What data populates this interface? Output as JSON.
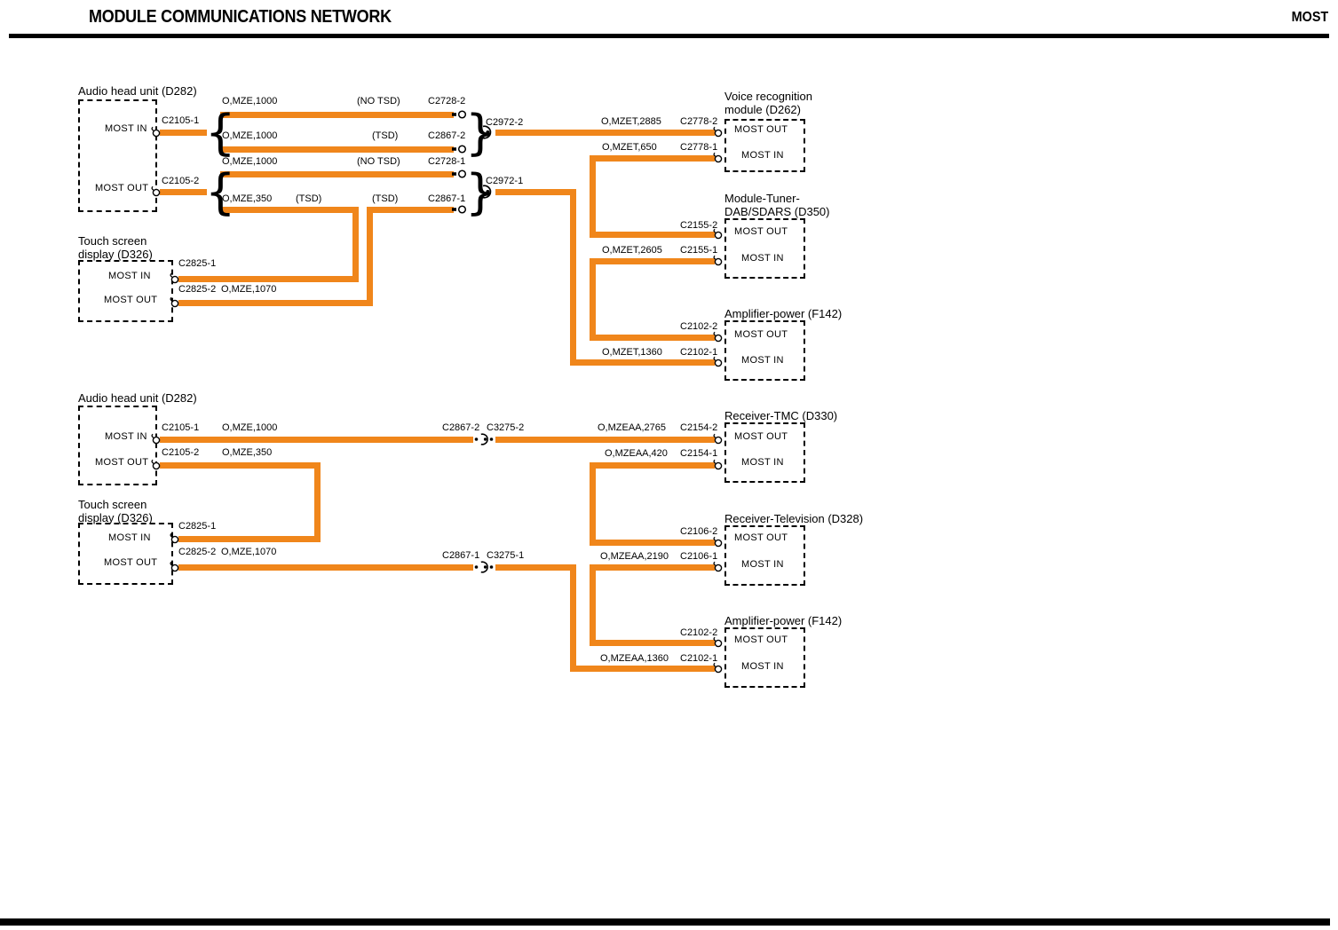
{
  "header": {
    "title": "MODULE COMMUNICATIONS NETWORK",
    "tag": "MOST"
  },
  "colors": {
    "wire_orange": "#F0861B",
    "text": "#000000"
  },
  "section1": {
    "audio": {
      "title": "Audio head unit (D282)",
      "in_port": "MOST IN",
      "out_port": "MOST OUT",
      "in_conn": "C2105-1",
      "out_conn": "C2105-2"
    },
    "b1": {
      "circuit": "O,MZE,1000",
      "tag": "(NO TSD)",
      "conn": "C2728-2"
    },
    "b2": {
      "circuit": "O,MZE,1000",
      "tag": "(TSD)",
      "conn": "C2867-2"
    },
    "b3": {
      "circuit": "O,MZE,1000",
      "tag": "(NO TSD)",
      "conn": "C2728-1"
    },
    "b4": {
      "circuit": "O,MZE,350",
      "tag1": "(TSD)",
      "tag2": "(TSD)",
      "conn": "C2867-1"
    },
    "junction_top": "C2972-2",
    "junction_bottom": "C2972-1",
    "touch": {
      "title1": "Touch screen",
      "title2": "display (D326)",
      "in_port": "MOST IN",
      "out_port": "MOST OUT",
      "in_conn": "C2825-1",
      "out_conn": "C2825-2",
      "out_circuit": "O,MZE,1070"
    },
    "voice": {
      "title1": "Voice recognition",
      "title2": "module (D262)",
      "out_port": "MOST OUT",
      "in_port": "MOST IN",
      "out_circuit": "O,MZET,2885",
      "out_conn": "C2778-2",
      "in_circuit": "O,MZET,650",
      "in_conn": "C2778-1"
    },
    "dab": {
      "title1": "Module-Tuner-",
      "title2": "DAB/SDARS (D350)",
      "out_port": "MOST OUT",
      "in_port": "MOST IN",
      "out_conn": "C2155-2",
      "in_circuit": "O,MZET,2605",
      "in_conn": "C2155-1"
    },
    "amp": {
      "title": "Amplifier-power (F142)",
      "out_port": "MOST OUT",
      "in_port": "MOST IN",
      "out_conn": "C2102-2",
      "in_circuit": "O,MZET,1360",
      "in_conn": "C2102-1"
    }
  },
  "section2": {
    "audio": {
      "title": "Audio head unit (D282)",
      "in_port": "MOST IN",
      "out_port": "MOST OUT",
      "in_conn": "C2105-1",
      "in_circuit": "O,MZE,1000",
      "out_conn": "C2105-2",
      "out_circuit": "O,MZE,350"
    },
    "inline_top": {
      "left": "C2867-2",
      "right": "C3275-2"
    },
    "inline_bottom": {
      "left": "C2867-1",
      "right": "C3275-1"
    },
    "touch": {
      "title1": "Touch screen",
      "title2": "display (D326)",
      "in_port": "MOST IN",
      "out_port": "MOST OUT",
      "in_conn": "C2825-1",
      "out_conn": "C2825-2",
      "out_circuit": "O,MZE,1070"
    },
    "tmc": {
      "title": "Receiver-TMC (D330)",
      "out_port": "MOST OUT",
      "in_port": "MOST IN",
      "out_circuit": "O,MZEAA,2765",
      "out_conn": "C2154-2",
      "in_circuit": "O,MZEAA,420",
      "in_conn": "C2154-1"
    },
    "tv": {
      "title": "Receiver-Television (D328)",
      "out_port": "MOST OUT",
      "in_port": "MOST IN",
      "out_conn": "C2106-2",
      "in_circuit": "O,MZEAA,2190",
      "in_conn": "C2106-1"
    },
    "amp": {
      "title": "Amplifier-power (F142)",
      "out_port": "MOST OUT",
      "in_port": "MOST IN",
      "out_conn": "C2102-2",
      "in_circuit": "O,MZEAA,1360",
      "in_conn": "C2102-1"
    }
  }
}
